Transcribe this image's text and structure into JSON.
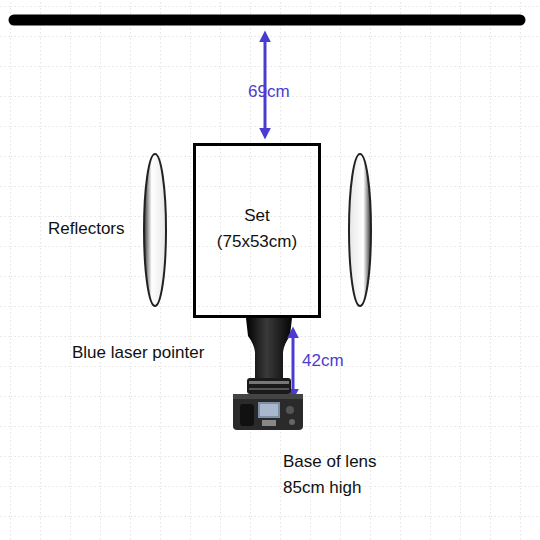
{
  "diagram": {
    "nodes": [
      {
        "text": [
          "Set (75x53cm)"
        ]
      }
    ],
    "labels": [
      "69cm",
      "Reflectors",
      "Blue laser pointer",
      "42cm",
      "Base of lens 85cm high"
    ]
  }
}
